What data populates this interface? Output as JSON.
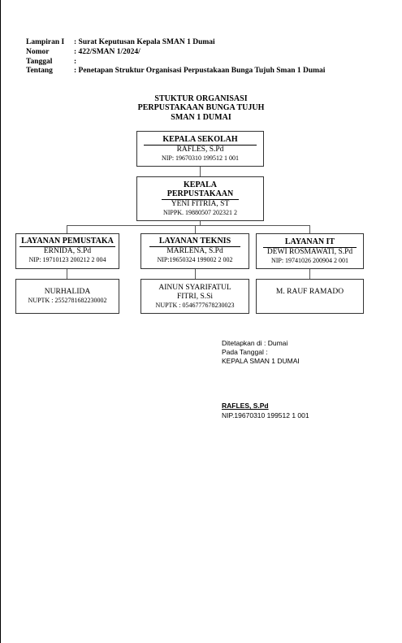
{
  "header": {
    "rows": [
      {
        "label": "Lampiran I",
        "value": ": Surat Keputusan Kepala SMAN 1 Dumai"
      },
      {
        "label": "Nomor",
        "value": ": 422/SMAN 1/2024/"
      },
      {
        "label": "Tanggal",
        "value": ":"
      },
      {
        "label": "Tentang",
        "value": ": Penetapan Struktur Organisasi  Perpustakaan Bunga Tujuh Sman 1 Dumai"
      }
    ]
  },
  "title": {
    "line1": "STUKTUR ORGANISASI",
    "line2": "PERPUSTAKAAN BUNGA TUJUH",
    "line3": "SMAN 1 DUMAI"
  },
  "org": {
    "kepala_sekolah": {
      "title": "KEPALA SEKOLAH",
      "name": "RAFLES, S.Pd",
      "nip": "NIP: 19670310 199512 1 001"
    },
    "kepala_perpustakaan": {
      "title_line1": "KEPALA",
      "title_line2": "PERPUSTAKAAN",
      "name": "YENI FITRIA, ST",
      "nip": "NIPPK. 19880507 202321 2"
    },
    "units": [
      {
        "title": "LAYANAN PEMUSTAKA",
        "name": "ERNIDA, S.Pd",
        "nip": "NIP: 19710123 200212 2 004"
      },
      {
        "title": "LAYANAN TEKNIS",
        "name": "MARLENA, S.Pd",
        "nip": "NIP:19650324 199002 2 002"
      },
      {
        "title": "LAYANAN IT",
        "name": "DEWI ROSMAWATI, S.Pd",
        "nip": "NIP: 19741026 200904 2 001"
      }
    ],
    "staff": [
      {
        "name": "NURHALIDA",
        "nip": "NUPTK : 2552781682230002"
      },
      {
        "name_line1": "AINUN SYARIFATUL",
        "name_line2": "FITRI, S.Si",
        "nip": "NUPTK : 0546777678230023"
      },
      {
        "name": "M. RAUF RAMADO"
      }
    ]
  },
  "signature": {
    "line1": "Ditetapkan di  : Dumai",
    "line2": "Pada Tanggal :",
    "line3": "KEPALA SMAN 1 DUMAI",
    "name": "RAFLES, S.Pd",
    "nip": "NIP.19670310 199512 1 001"
  }
}
